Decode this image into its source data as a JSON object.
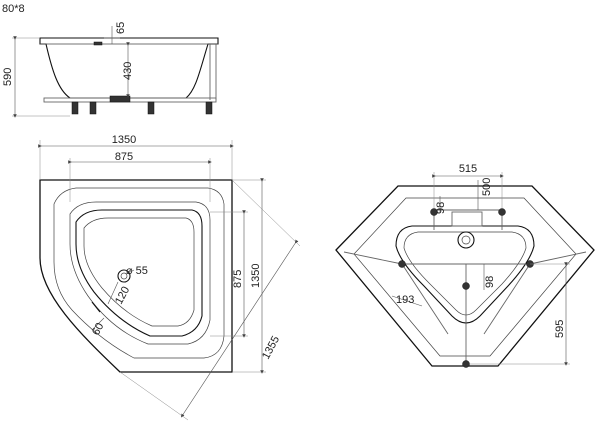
{
  "diagram": {
    "corner_note": "80*8",
    "side_view": {
      "height_total": "590",
      "depth": "430",
      "rim": "65"
    },
    "top_view": {
      "width": "1350",
      "inner_width": "875",
      "height": "1350",
      "inner_height": "875",
      "diagonal": "1355",
      "drain": "⌀ 55",
      "drain_offset": "120",
      "corner_offset": "60"
    },
    "frame_view": {
      "top_width": "515",
      "top_depth": "500",
      "side_offset": "98",
      "inner_offset": "98",
      "diagonal_offset": "193",
      "height": "595"
    }
  }
}
